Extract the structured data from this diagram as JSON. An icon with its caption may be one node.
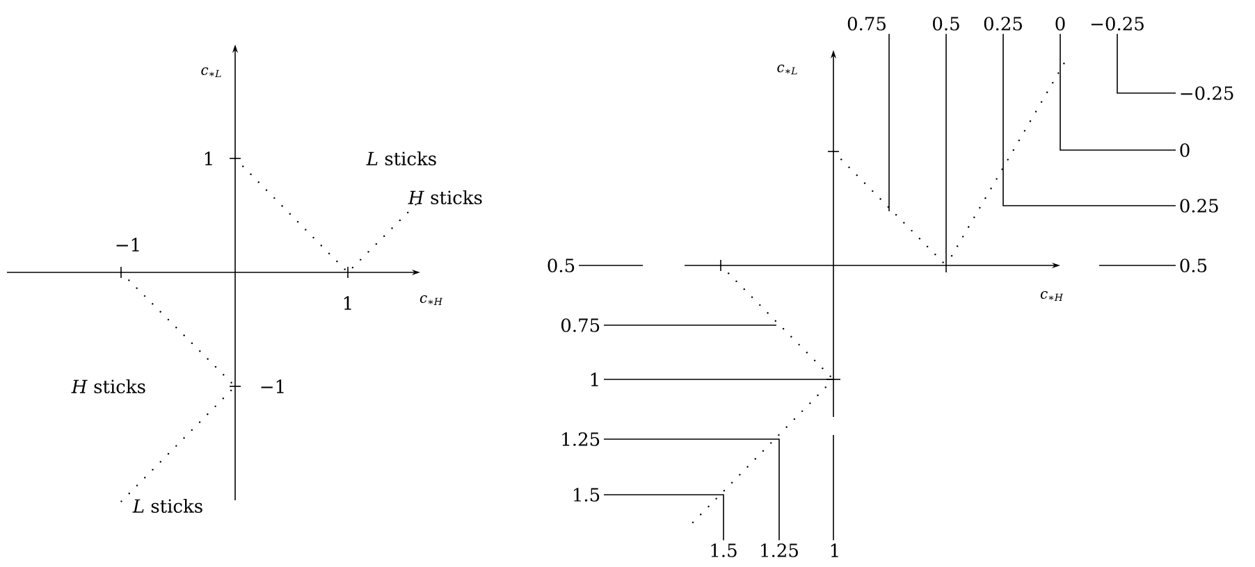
{
  "diagram": {
    "nodes": [
      {
        "text": [
          "0.75"
        ]
      },
      {
        "text": [
          "0.5"
        ]
      },
      {
        "text": [
          "0.25"
        ]
      },
      {
        "text": [
          "0"
        ]
      },
      {
        "text": [
          "−0.25"
        ]
      },
      {
        "text": [
          "−0.25"
        ]
      },
      {
        "text": [
          "0"
        ]
      },
      {
        "text": [
          "0.25"
        ]
      },
      {
        "text": [
          "0.5"
        ]
      },
      {
        "text": [
          "0.5"
        ]
      },
      {
        "text": [
          "0.75"
        ]
      },
      {
        "text": [
          "1"
        ]
      },
      {
        "text": [
          "1.25"
        ]
      },
      {
        "text": [
          "1.5"
        ]
      },
      {
        "text": [
          "1.5"
        ]
      },
      {
        "text": [
          "1.25"
        ]
      },
      {
        "text": [
          "1"
        ]
      }
    ],
    "edges": [
      {
        "from": 0,
        "to": null,
        "arrow": "none"
      },
      {
        "from": 1,
        "to": null,
        "arrow": "none"
      },
      {
        "from": 2,
        "to": 7,
        "arrow": "none"
      },
      {
        "from": 3,
        "to": 6,
        "arrow": "none"
      },
      {
        "from": 4,
        "to": 5,
        "arrow": "none"
      },
      {
        "from": 8,
        "to": null,
        "arrow": "none"
      },
      {
        "from": 9,
        "to": null,
        "arrow": "none"
      },
      {
        "from": 10,
        "to": null,
        "arrow": "none"
      },
      {
        "from": 11,
        "to": null,
        "arrow": "none"
      },
      {
        "from": 12,
        "to": 15,
        "arrow": "none"
      },
      {
        "from": 13,
        "to": 14,
        "arrow": "none"
      },
      {
        "from": 16,
        "to": null,
        "arrow": "none"
      }
    ],
    "labels": [
      "c$_{∗L}$",
      "1",
      "*L* sticks",
      "*H* sticks",
      "−1",
      "c$_{∗H}$",
      "1",
      "*H* sticks",
      "−1",
      "*L* sticks",
      "c$_{∗L}$",
      "c$_{∗H}$"
    ]
  }
}
